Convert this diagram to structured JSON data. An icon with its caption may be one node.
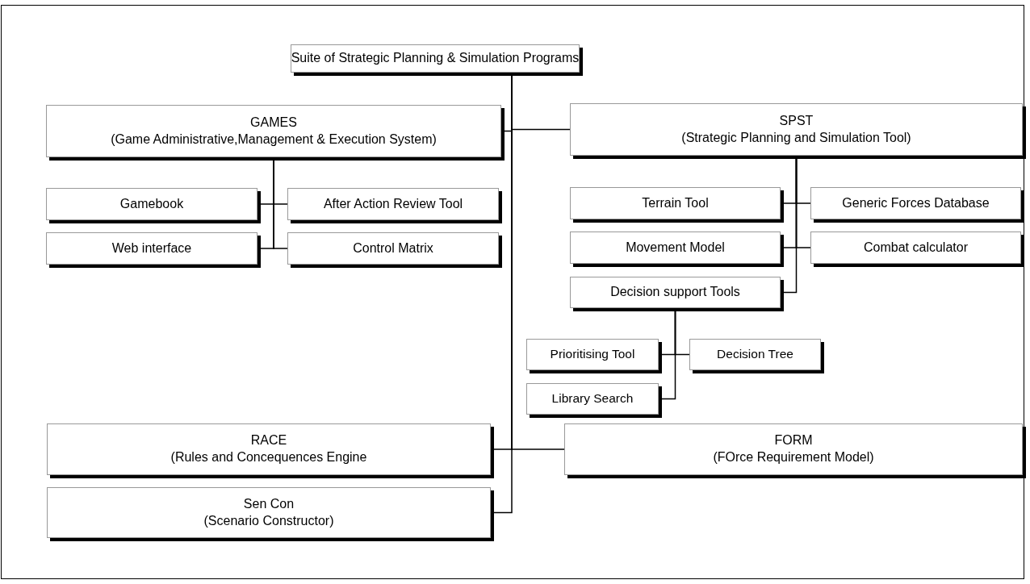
{
  "diagram": {
    "nodes": [
      {
        "text": [
          "Suite of Strategic Planning & Simulation Programs"
        ]
      },
      {
        "text": [
          "GAMES",
          "(Game Administrative,Management & Execution System)"
        ]
      },
      {
        "text": [
          "Gamebook"
        ]
      },
      {
        "text": [
          "After Action Review Tool"
        ]
      },
      {
        "text": [
          "Web interface"
        ]
      },
      {
        "text": [
          "Control Matrix"
        ]
      },
      {
        "text": [
          "SPST",
          "(Strategic Planning and Simulation Tool)"
        ]
      },
      {
        "text": [
          "Terrain Tool"
        ]
      },
      {
        "text": [
          "Generic Forces Database"
        ]
      },
      {
        "text": [
          "Movement Model"
        ]
      },
      {
        "text": [
          "Combat calculator"
        ]
      },
      {
        "text": [
          "Decision support Tools"
        ]
      },
      {
        "text": [
          "Prioritising Tool"
        ]
      },
      {
        "text": [
          "Decision Tree"
        ]
      },
      {
        "text": [
          "Library Search"
        ]
      },
      {
        "text": [
          "RACE",
          "(Rules and Concequences Engine"
        ]
      },
      {
        "text": [
          "FORM",
          "(FOrce Requirement Model)"
        ]
      },
      {
        "text": [
          "Sen Con",
          "(Scenario Constructor)"
        ]
      }
    ],
    "edges": [
      {
        "from": 0,
        "to": 1,
        "arrow": "none"
      },
      {
        "from": 0,
        "to": 6,
        "arrow": "none"
      },
      {
        "from": 0,
        "to": 15,
        "arrow": "none"
      },
      {
        "from": 0,
        "to": 16,
        "arrow": "none"
      },
      {
        "from": 0,
        "to": 17,
        "arrow": "none"
      },
      {
        "from": 1,
        "to": 2,
        "arrow": "none"
      },
      {
        "from": 1,
        "to": 3,
        "arrow": "none"
      },
      {
        "from": 1,
        "to": 4,
        "arrow": "none"
      },
      {
        "from": 1,
        "to": 5,
        "arrow": "none"
      },
      {
        "from": 6,
        "to": 7,
        "arrow": "none"
      },
      {
        "from": 6,
        "to": 8,
        "arrow": "none"
      },
      {
        "from": 6,
        "to": 9,
        "arrow": "none"
      },
      {
        "from": 6,
        "to": 10,
        "arrow": "none"
      },
      {
        "from": 6,
        "to": 11,
        "arrow": "none"
      },
      {
        "from": 11,
        "to": 12,
        "arrow": "none"
      },
      {
        "from": 11,
        "to": 13,
        "arrow": "none"
      },
      {
        "from": 11,
        "to": 14,
        "arrow": "none"
      }
    ]
  }
}
